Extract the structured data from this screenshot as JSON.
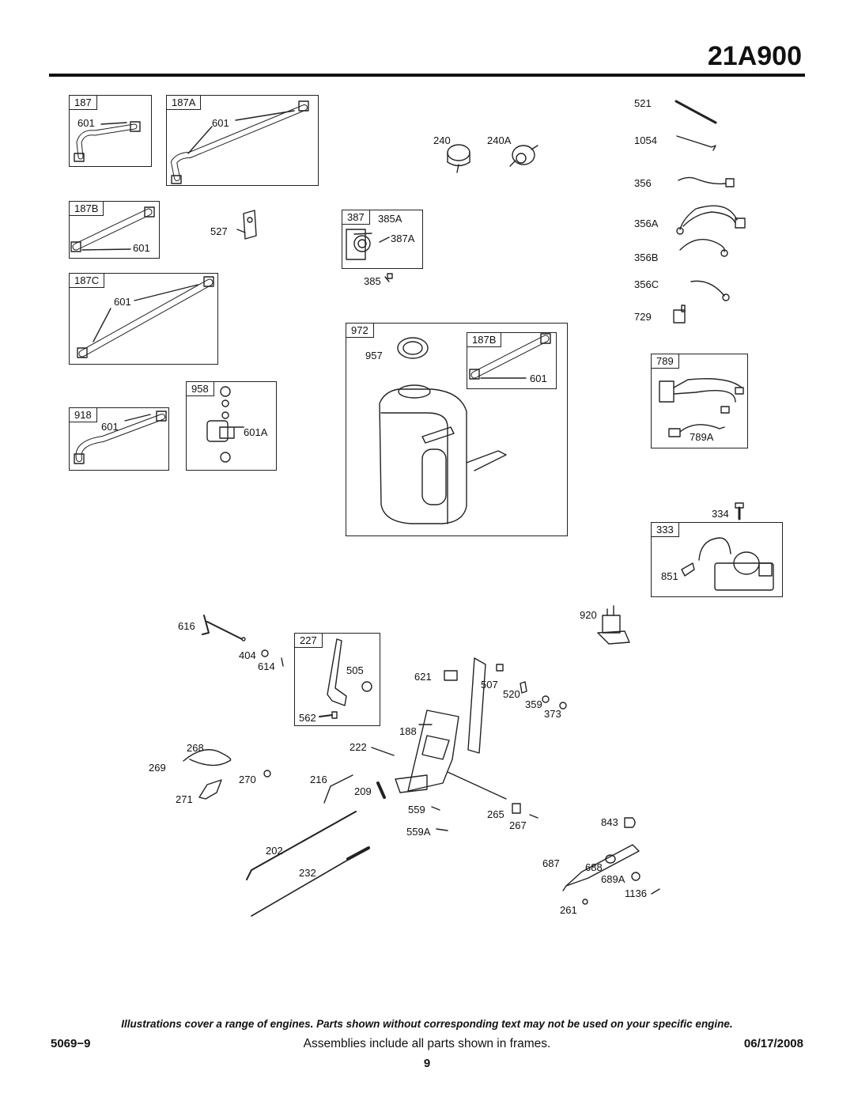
{
  "header": {
    "model": "21A900"
  },
  "frames": {
    "f187": "187",
    "f187A": "187A",
    "f187B": "187B",
    "f187C": "187C",
    "f918": "918",
    "f958": "958",
    "f387": "387",
    "f972": "972",
    "f187B2": "187B",
    "f789": "789",
    "f333": "333",
    "f227": "227"
  },
  "labels": {
    "l601a": "601",
    "l601b": "601",
    "l601c": "601",
    "l601d": "601",
    "l601e": "601",
    "l601f": "601",
    "l527": "527",
    "l240": "240",
    "l240A": "240A",
    "l385A": "385A",
    "l387A": "387A",
    "l385": "385",
    "l957": "957",
    "l601A": "601A",
    "l521": "521",
    "l1054": "1054",
    "l356": "356",
    "l356A": "356A",
    "l356B": "356B",
    "l356C": "356C",
    "l729": "729",
    "l789A": "789A",
    "l334": "334",
    "l851": "851",
    "l920": "920",
    "l616": "616",
    "l404": "404",
    "l614": "614",
    "l505": "505",
    "l562": "562",
    "l621": "621",
    "l507": "507",
    "l520": "520",
    "l359": "359",
    "l373": "373",
    "l188": "188",
    "l222": "222",
    "l268": "268",
    "l269": "269",
    "l270": "270",
    "l271": "271",
    "l216": "216",
    "l209": "209",
    "l559": "559",
    "l559A": "559A",
    "l265": "265",
    "l267": "267",
    "l843": "843",
    "l202": "202",
    "l232": "232",
    "l687": "687",
    "l688": "688",
    "l689A": "689A",
    "l1136": "1136",
    "l261": "261"
  },
  "footer": {
    "disclaimer": "Illustrations cover a range of engines. Parts shown without corresponding text may not be used on your specific engine.",
    "doc_code": "5069−9",
    "assembly_note": "Assemblies include all parts shown in frames.",
    "date": "06/17/2008",
    "page": "9"
  }
}
